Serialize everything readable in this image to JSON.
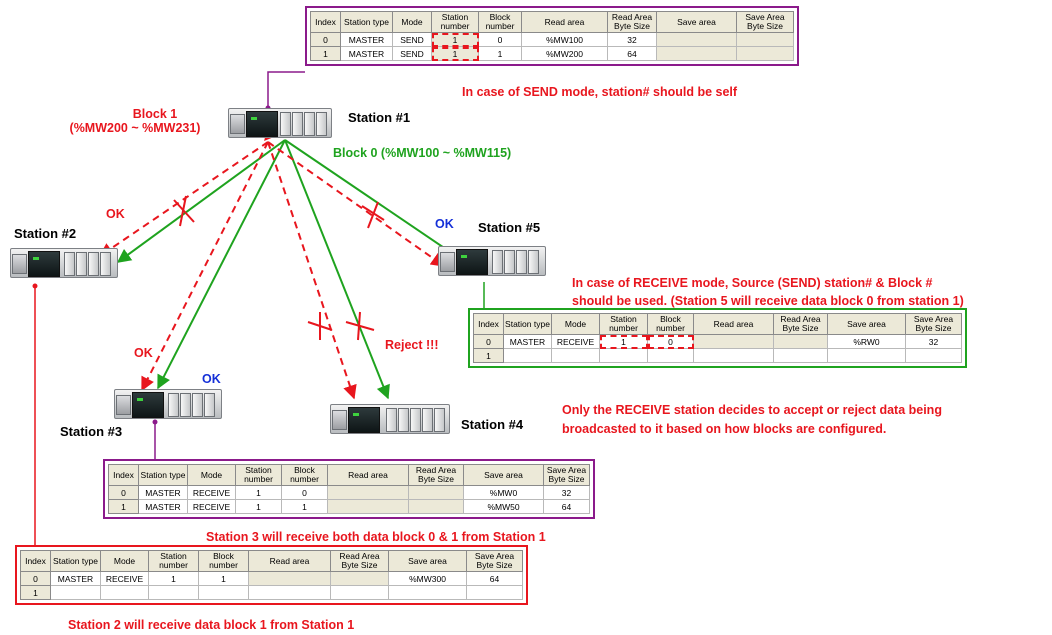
{
  "table_headers": [
    "Index",
    "Station type",
    "Mode",
    "Station number",
    "Block number",
    "Read area",
    "Read Area Byte Size",
    "Save area",
    "Save Area Byte Size"
  ],
  "tables": {
    "station1": {
      "rows": [
        {
          "index": "0",
          "type": "MASTER",
          "mode": "SEND",
          "station": "1",
          "block": "0",
          "read_area": "%MW100",
          "read_size": "32",
          "save_area": "",
          "save_size": ""
        },
        {
          "index": "1",
          "type": "MASTER",
          "mode": "SEND",
          "station": "1",
          "block": "1",
          "read_area": "%MW200",
          "read_size": "64",
          "save_area": "",
          "save_size": ""
        }
      ]
    },
    "station5": {
      "rows": [
        {
          "index": "0",
          "type": "MASTER",
          "mode": "RECEIVE",
          "station": "1",
          "block": "0",
          "read_area": "",
          "read_size": "",
          "save_area": "%RW0",
          "save_size": "32"
        },
        {
          "index": "1",
          "type": "",
          "mode": "",
          "station": "",
          "block": "",
          "read_area": "",
          "read_size": "",
          "save_area": "",
          "save_size": ""
        }
      ]
    },
    "station3": {
      "rows": [
        {
          "index": "0",
          "type": "MASTER",
          "mode": "RECEIVE",
          "station": "1",
          "block": "0",
          "read_area": "",
          "read_size": "",
          "save_area": "%MW0",
          "save_size": "32"
        },
        {
          "index": "1",
          "type": "MASTER",
          "mode": "RECEIVE",
          "station": "1",
          "block": "1",
          "read_area": "",
          "read_size": "",
          "save_area": "%MW50",
          "save_size": "64"
        }
      ]
    },
    "station2": {
      "rows": [
        {
          "index": "0",
          "type": "MASTER",
          "mode": "RECEIVE",
          "station": "1",
          "block": "1",
          "read_area": "",
          "read_size": "",
          "save_area": "%MW300",
          "save_size": "64"
        },
        {
          "index": "1",
          "type": "",
          "mode": "",
          "station": "",
          "block": "",
          "read_area": "",
          "read_size": "",
          "save_area": "",
          "save_size": ""
        }
      ]
    }
  },
  "notes": {
    "send_mode": "In case of SEND mode, station# should be self",
    "receive_mode_line1": "In case of RECEIVE mode, Source (SEND) station# & Block #",
    "receive_mode_line2": "should be used. (Station 5 will receive data block 0 from station 1)",
    "decides_line1": "Only the RECEIVE station decides to accept or reject data being",
    "decides_line2": "broadcasted to it based on how blocks are configured.",
    "station3_receive": "Station 3 will receive both data block 0 & 1 from Station 1",
    "station2_receive": "Station 2 will receive data block 1 from Station 1"
  },
  "labels": {
    "block1_line1": "Block 1",
    "block1_line2": "(%MW200 ~ %MW231)",
    "block0": "Block 0 (%MW100 ~ %MW115)",
    "station1": "Station #1",
    "station2": "Station #2",
    "station3": "Station #3",
    "station4": "Station #4",
    "station5": "Station #5",
    "ok_station2": "OK",
    "ok_station3_red": "OK",
    "ok_station3_blue": "OK",
    "ok_station5": "OK",
    "reject": "Reject !!!"
  },
  "colors": {
    "red": "#e8161e",
    "green": "#1fa31f",
    "blue": "#1530d8",
    "purple": "#8b1a8b",
    "table_header_bg": "#ece9d8"
  }
}
